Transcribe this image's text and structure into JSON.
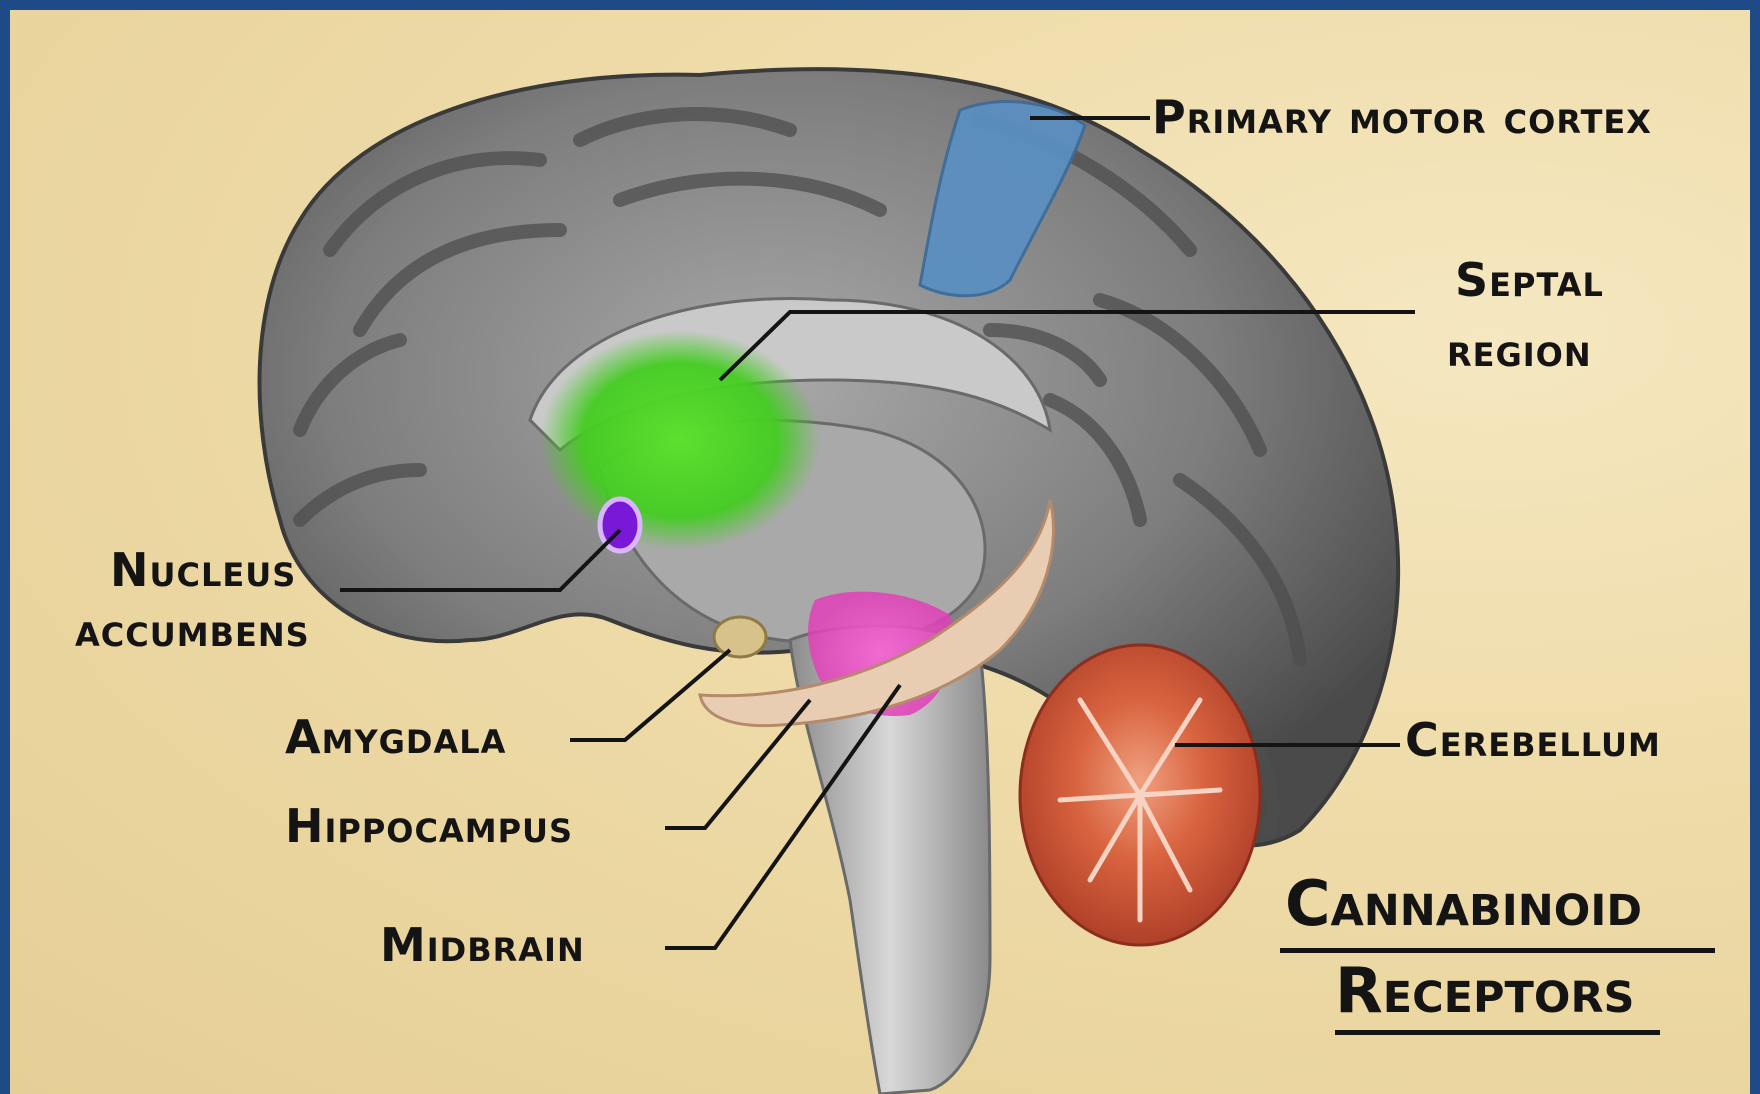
{
  "labels": {
    "primary_motor_cortex": "Primary motor cortex",
    "septal_region_line1": "Septal",
    "septal_region_line2": "region",
    "nucleus_accumbens_line1": "Nucleus",
    "nucleus_accumbens_line2": "accumbens",
    "amygdala": "Amygdala",
    "hippocampus": "Hippocampus",
    "midbrain": "Midbrain",
    "cerebellum": "Cerebellum"
  },
  "title": {
    "line1": "Cannabinoid",
    "line2": "Receptors"
  },
  "colors": {
    "border": "#1f4a88",
    "background": "#eedba8",
    "brain_gray": "#7a7a7a",
    "primary_motor_cortex": "#5b8fc0",
    "septal_region": "#4fd02a",
    "nucleus_accumbens": "#7a18d8",
    "midbrain": "#e84fc6",
    "amygdala": "#d7c28a",
    "hippocampus": "#e9cdb2",
    "cerebellum": "#d25a3e",
    "label_text": "#141414"
  }
}
